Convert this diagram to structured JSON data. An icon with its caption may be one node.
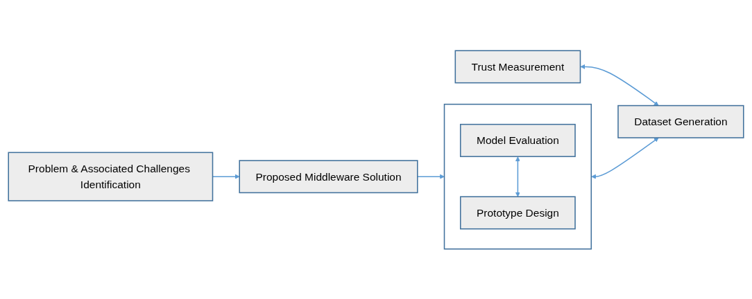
{
  "diagram": {
    "nodes": [
      {
        "text": [
          "Problem & Associated Challenges Identification"
        ]
      },
      {
        "text": [
          "Proposed Middleware Solution"
        ]
      },
      {
        "text": [],
        "shape": "box"
      },
      {
        "text": [
          "Model Evaluation"
        ],
        "in": 2
      },
      {
        "text": [
          "Prototype Design"
        ],
        "in": 2
      },
      {
        "text": [
          "Trust Measurement"
        ]
      },
      {
        "text": [
          "Dataset Generation"
        ]
      }
    ],
    "edges": [
      {
        "from": 0,
        "to": 1,
        "arrow": "to"
      },
      {
        "from": 1,
        "to": 2,
        "arrow": "to"
      },
      {
        "from": 3,
        "to": 4,
        "arrow": "both"
      },
      {
        "from": 2,
        "to": 6,
        "arrow": "both"
      },
      {
        "from": 5,
        "to": 6,
        "arrow": "both"
      }
    ]
  }
}
